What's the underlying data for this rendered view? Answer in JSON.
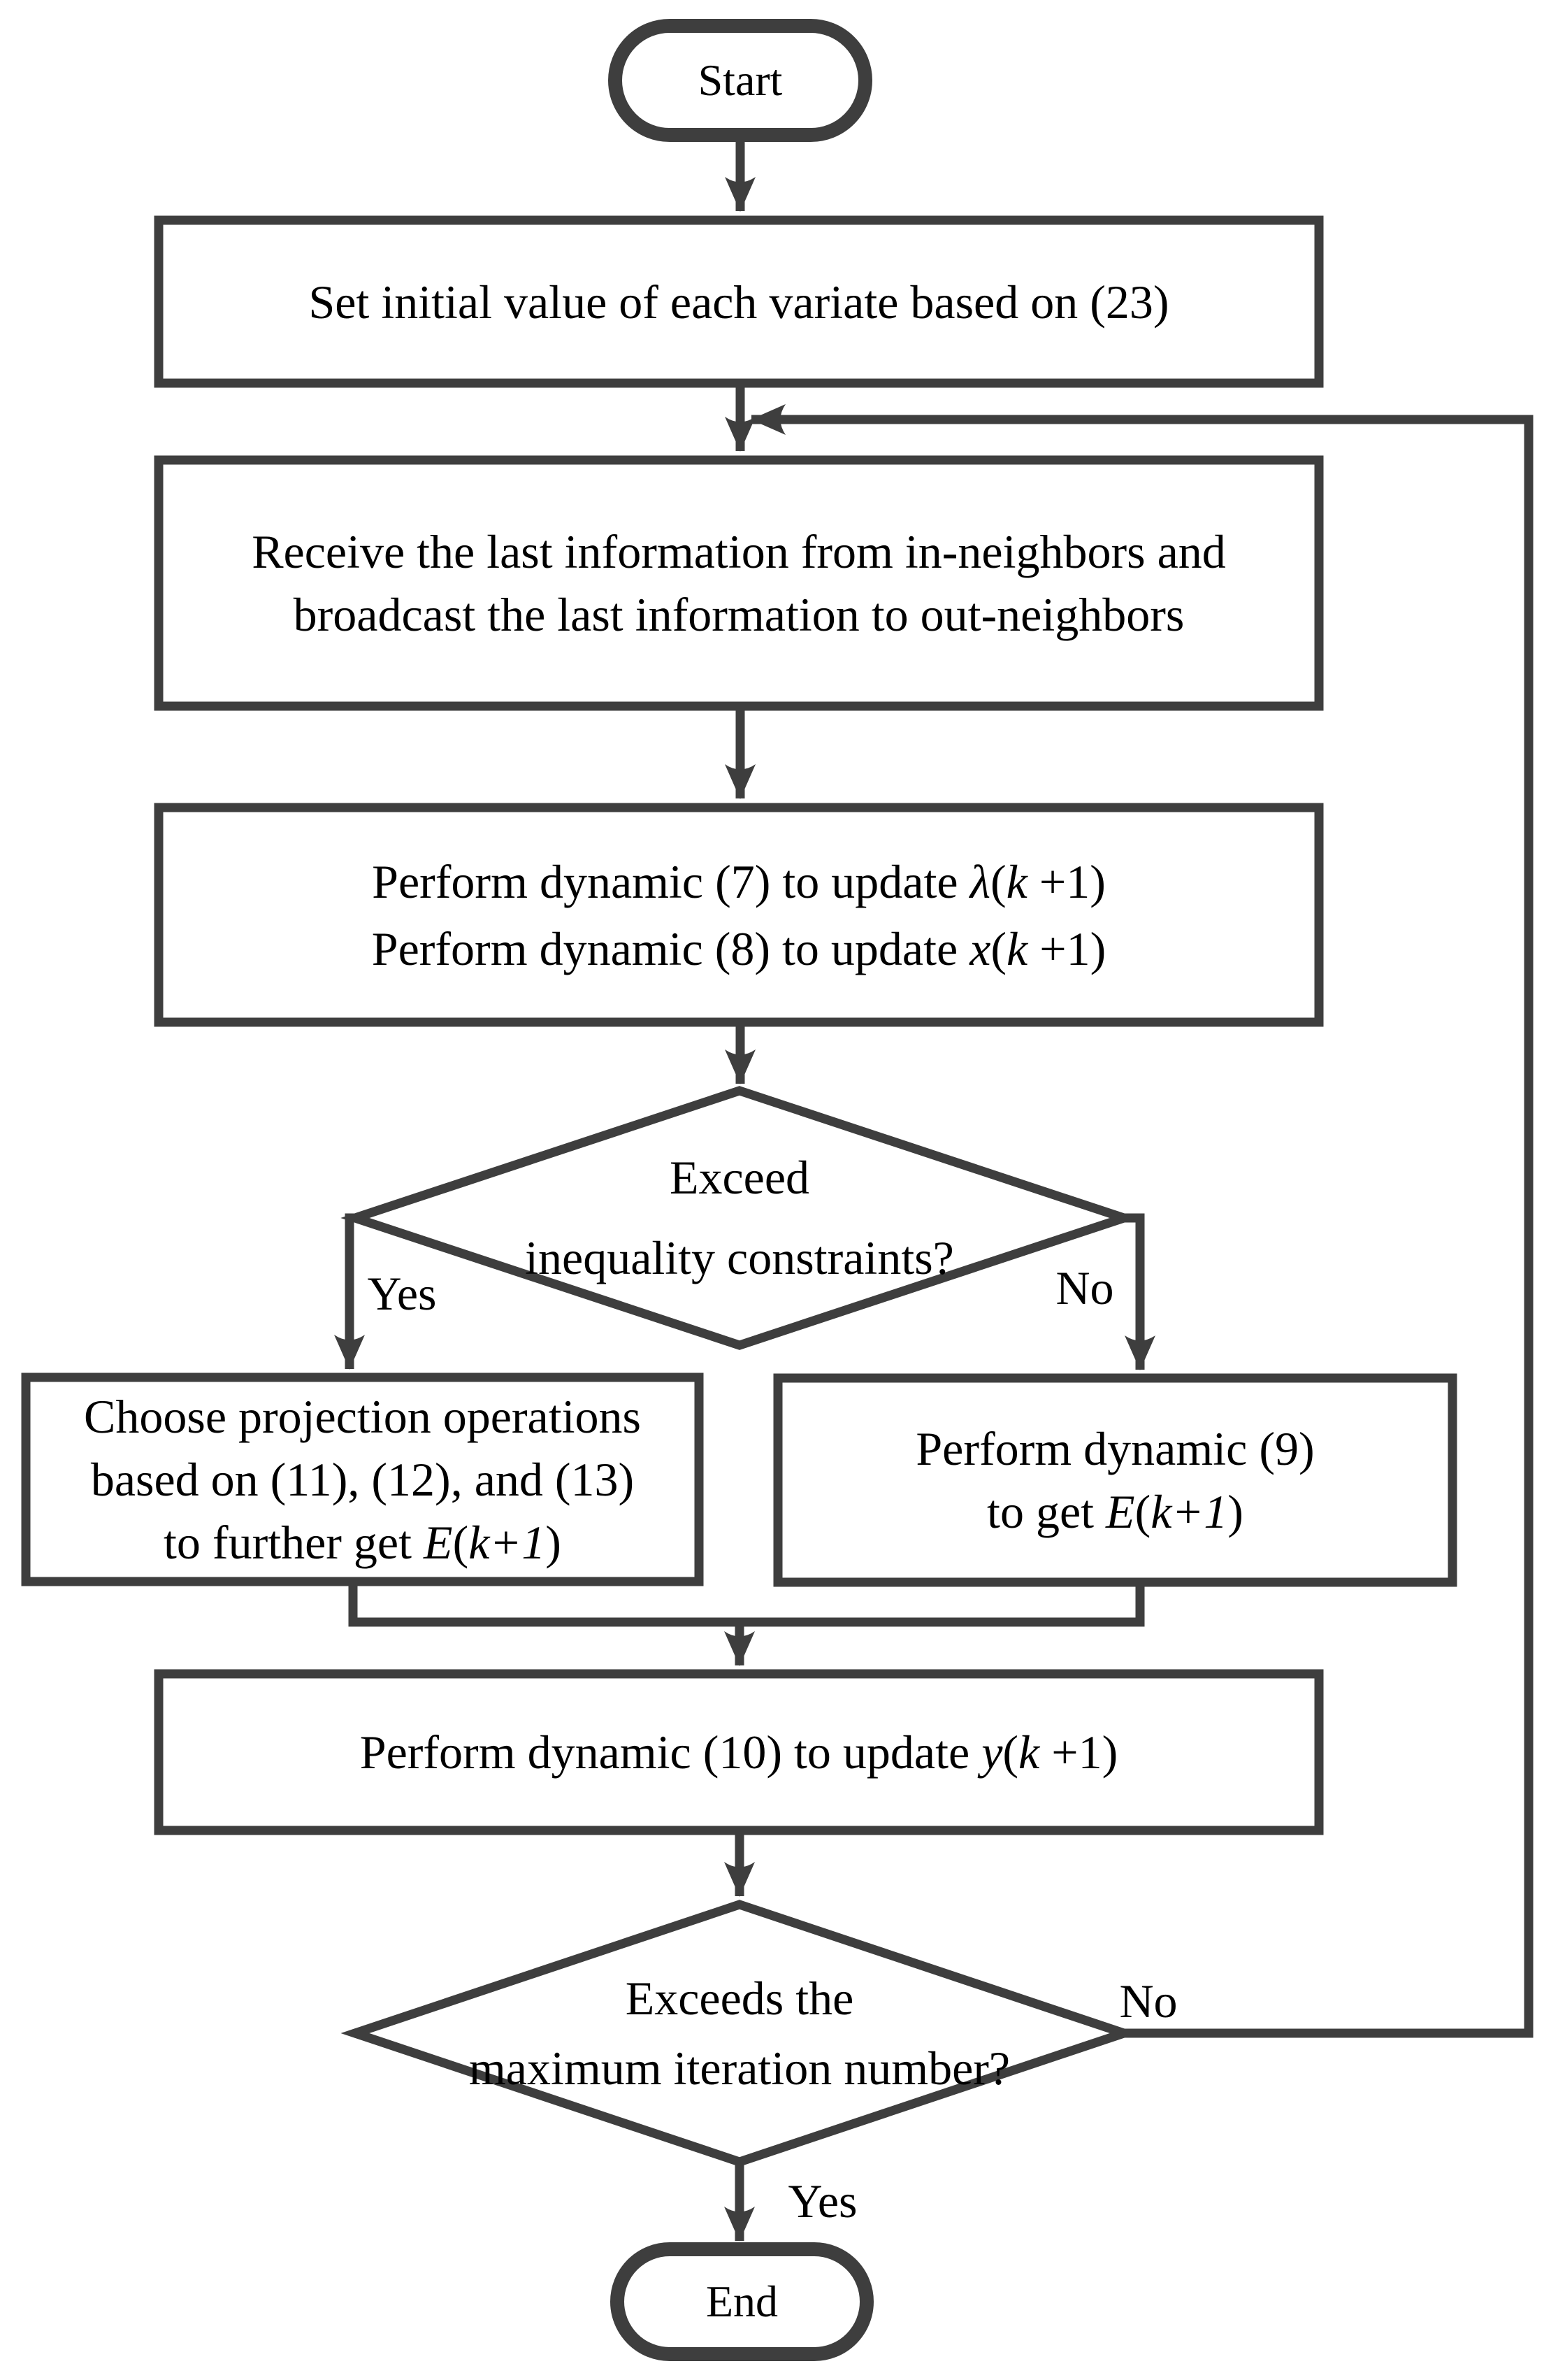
{
  "page": {
    "background": "#ffffff",
    "line_color": "#3e3e3e",
    "text_color": "#000000"
  },
  "flowchart": {
    "start": {
      "label": "Start"
    },
    "init": {
      "lines": [
        [
          {
            "t": "Set initial value of each variate based on (23)"
          }
        ]
      ]
    },
    "exchange": {
      "lines": [
        [
          {
            "t": "Receive the last information from in-neighbors and"
          }
        ],
        [
          {
            "t": "broadcast the last information to out-neighbors"
          }
        ]
      ]
    },
    "update_lambda_x": {
      "lines": [
        [
          {
            "t": "Perform dynamic (7) to update "
          },
          {
            "t": "λ",
            "i": true
          },
          {
            "t": "("
          },
          {
            "t": "k",
            "i": true
          },
          {
            "t": " +1)"
          }
        ],
        [
          {
            "t": "Perform dynamic (8) to update "
          },
          {
            "t": "x",
            "i": true
          },
          {
            "t": "("
          },
          {
            "t": "k",
            "i": true
          },
          {
            "t": " +1)"
          }
        ]
      ]
    },
    "decision_inequality": {
      "lines": [
        [
          {
            "t": "Exceed"
          }
        ],
        [
          {
            "t": "inequality constraints?"
          }
        ]
      ]
    },
    "projection": {
      "lines": [
        [
          {
            "t": "Choose projection operations"
          }
        ],
        [
          {
            "t": "based on (11), (12), and (13)"
          }
        ],
        [
          {
            "t": "to further get "
          },
          {
            "t": "E",
            "i": true
          },
          {
            "t": "("
          },
          {
            "t": "k+1",
            "i": true
          },
          {
            "t": ")"
          }
        ]
      ]
    },
    "dynamic9": {
      "lines": [
        [
          {
            "t": "Perform dynamic (9)"
          }
        ],
        [
          {
            "t": "to get "
          },
          {
            "t": "E",
            "i": true
          },
          {
            "t": "("
          },
          {
            "t": "k+1",
            "i": true
          },
          {
            "t": ")"
          }
        ]
      ]
    },
    "update_y": {
      "lines": [
        [
          {
            "t": "Perform dynamic (10) to update "
          },
          {
            "t": "y",
            "i": true
          },
          {
            "t": "("
          },
          {
            "t": "k",
            "i": true
          },
          {
            "t": " +1)"
          }
        ]
      ]
    },
    "decision_iteration": {
      "lines": [
        [
          {
            "t": "Exceeds the"
          }
        ],
        [
          {
            "t": "maximum iteration number?"
          }
        ]
      ]
    },
    "end": {
      "label": "End"
    },
    "branch_labels": {
      "inequality_yes": "Yes",
      "inequality_no": "No",
      "iteration_no": "No",
      "iteration_yes": "Yes"
    }
  }
}
